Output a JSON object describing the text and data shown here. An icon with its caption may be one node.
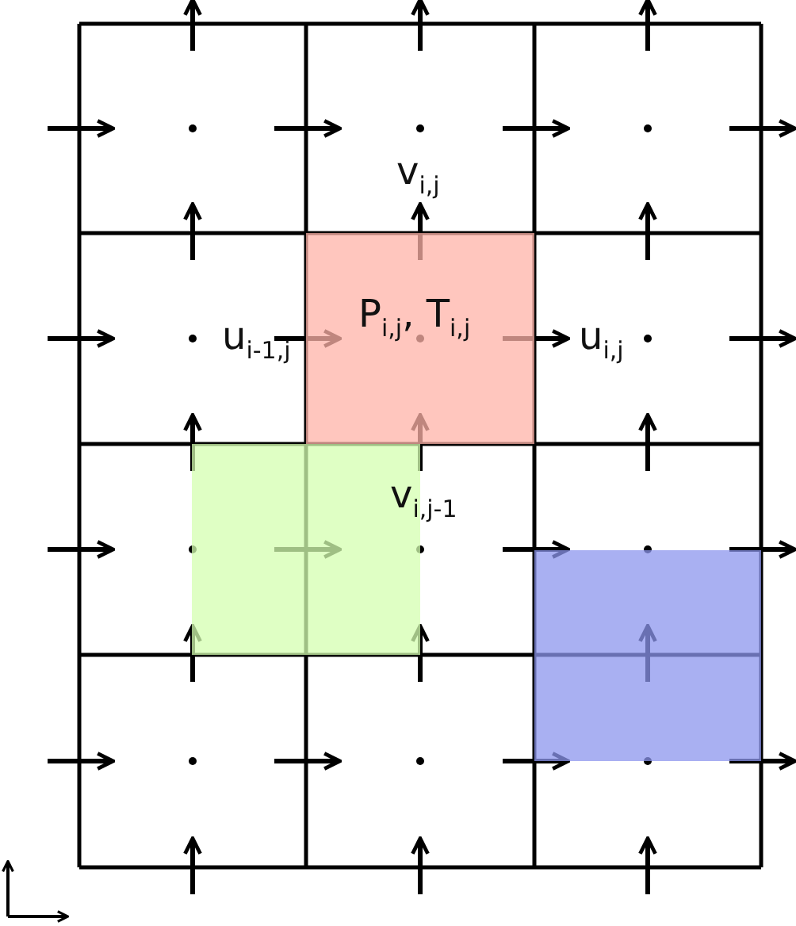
{
  "diagram": {
    "labels": [
      "v$_{i,j}$",
      "u$_{i-1,j}$",
      "P$_{i,j}$, T$_{i,j}$",
      "u$_{i,j}$",
      "v$_{i,j-1}$"
    ]
  }
}
